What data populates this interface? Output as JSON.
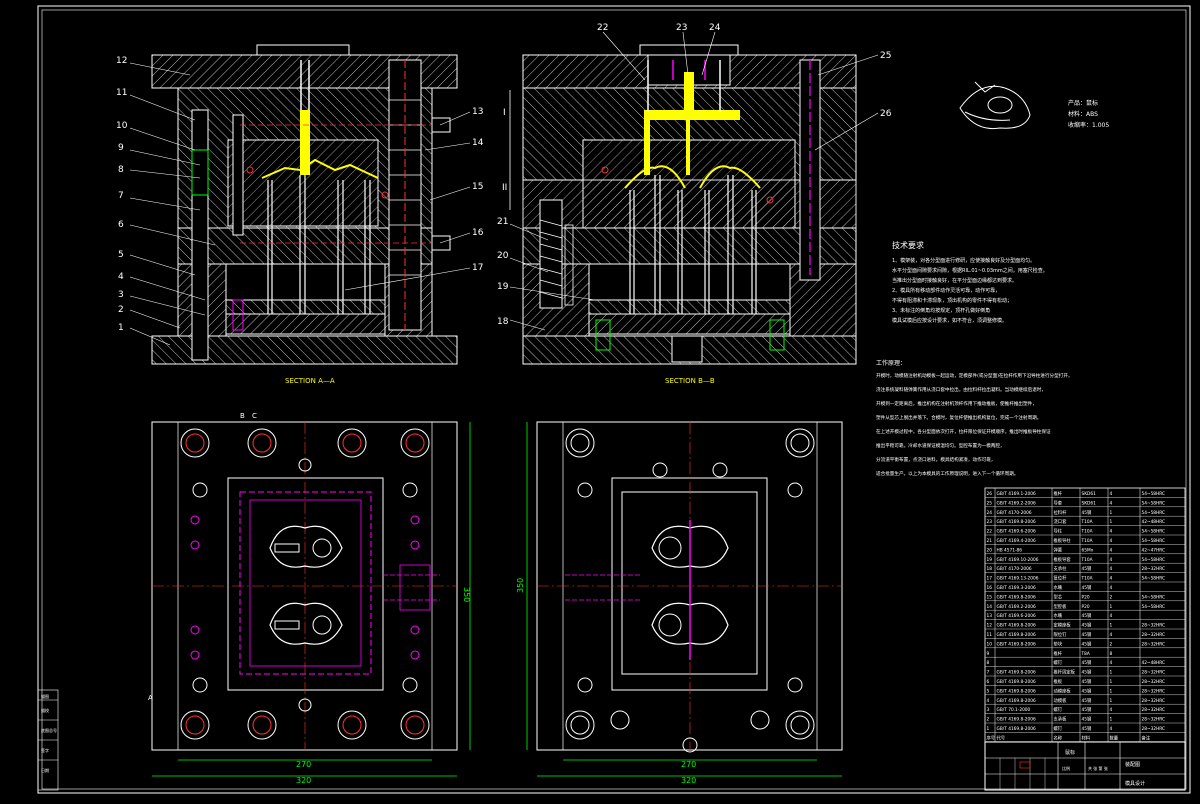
{
  "drawing": {
    "part_numbers_left": [
      "12",
      "11",
      "10",
      "9",
      "8",
      "7",
      "6",
      "5",
      "4",
      "3",
      "2",
      "1"
    ],
    "part_numbers_right_a": [
      "13",
      "14",
      "15",
      "16",
      "17"
    ],
    "part_numbers_center": [
      "22",
      "23",
      "24",
      "25",
      "26",
      "21",
      "20",
      "19",
      "18"
    ],
    "section_a_label": "SECTION A—A",
    "section_b_label": "SECTION B—B",
    "roman_one": "I",
    "roman_two": "II",
    "dim_270_left": "270",
    "dim_320_left": "320",
    "dim_350_left": "350",
    "dim_270_right": "270",
    "dim_320_right": "320",
    "dim_350_right": "350",
    "marker_A": "A",
    "marker_B": "B",
    "marker_C": "C"
  },
  "product_info": {
    "line1": "产品：鼠标",
    "line2": "材料：ABS",
    "line3": "收缩率：1.005"
  },
  "tech_requirements": {
    "title": "技术要求",
    "lines": [
      "1、模架装，对各分型面进行修研，应使接触良好及分型面均匀。",
      "水平分型面间隙要求间隙，根据RIL.01~0.03mm之间，用塞尺检查。",
      "当推出分型面时接触良好，在平分型面边缘都达到要求。",
      "2、模具所有移动部件动作灵活可靠，动作可靠，",
      "不得有阻滞和卡滞现象，顶出机构的零件不得有松动；",
      "3、未标注的倒角均按规定，顶杆孔做好倒角",
      "模具试模后应按设计要求，如不符合，须调整修模。"
    ]
  },
  "work_principle": {
    "title": "工作原理：",
    "lines": [
      "开模时，动模随注射机动模板一起运动，定模部件(或分型面)在拉杆作用下沿导柱进行分型打开，",
      "浇注系统凝料随弹簧作用从浇口套中拉出，由拉料杆拉出凝料。当动模继续后退时，",
      "开模到一定距离后，推出机构在注射机顶杆作用下推动推板，使推杆推出塑件，",
      "塑件从型芯上脱出并落下。合模时，复位杆使推出机构复位，完成一个注射周期。",
      "在上述开模过程中，各分型面依次打开，拉杆限位保证开模顺序。推出时推板导柱保证",
      "推出平稳可靠。冷却水道保证模温均匀。型腔布置为一模两腔，",
      "分流道平衡布置，点浇口进料。模具结构紧凑，动作可靠，",
      "适合批量生产。以上为本模具的工作原理说明，进入下一个循环周期。"
    ]
  },
  "bom_rows": [
    [
      "26",
      "GB/T 4169.1-2006",
      "推杆",
      "SKD61",
      "4",
      "54~58HRC"
    ],
    [
      "25",
      "GB/T 4169.2-2006",
      "导套",
      "SKD61",
      "4",
      "54~58HRC"
    ],
    [
      "24",
      "GB/T 4170-2006",
      "拉料杆",
      "45钢",
      "1",
      "54~58HRC"
    ],
    [
      "23",
      "GB/T 4169.8-2006",
      "浇口套",
      "T10A",
      "1",
      "42~48HRC"
    ],
    [
      "22",
      "GB/T 4169.6-2006",
      "导柱",
      "T10A",
      "4",
      "54~58HRC"
    ],
    [
      "21",
      "GB/T 4169.4-2006",
      "推板导柱",
      "T10A",
      "4",
      "54~58HRC"
    ],
    [
      "20",
      "HB 4571-86",
      "弹簧",
      "65Mn",
      "4",
      "42~47HRC"
    ],
    [
      "19",
      "GB/T 4169.10-2006",
      "推板导套",
      "T10A",
      "4",
      "54~58HRC"
    ],
    [
      "18",
      "GB/T 4170-2006",
      "支承柱",
      "45钢",
      "4",
      "28~32HRC"
    ],
    [
      "17",
      "GB/T 4169.13-2006",
      "复位杆",
      "T10A",
      "4",
      "54~58HRC"
    ],
    [
      "16",
      "GB/T 4169.3-2006",
      "水嘴",
      "45钢",
      "4",
      ""
    ],
    [
      "15",
      "GB/T 4169.8-2006",
      "型芯",
      "P20",
      "2",
      "54~58HRC"
    ],
    [
      "14",
      "GB/T 4169.2-2006",
      "型腔板",
      "P20",
      "1",
      "54~58HRC"
    ],
    [
      "13",
      "GB/T 4169.6-2006",
      "水嘴",
      "45钢",
      "4",
      ""
    ],
    [
      "12",
      "GB/T 4169.8-2006",
      "定模座板",
      "45钢",
      "1",
      "28~32HRC"
    ],
    [
      "11",
      "GB/T 4169.8-2006",
      "限位钉",
      "45钢",
      "4",
      "28~32HRC"
    ],
    [
      "10",
      "GB/T 4169.8-2006",
      "垫块",
      "45钢",
      "2",
      "28~32HRC"
    ],
    [
      "9",
      "",
      "推杆",
      "T8A",
      "8",
      ""
    ],
    [
      "8",
      "",
      "螺钉",
      "45钢",
      "4",
      "42~48HRC"
    ],
    [
      "7",
      "GB/T 4169.8-2006",
      "推杆固定板",
      "45钢",
      "1",
      "28~32HRC"
    ],
    [
      "6",
      "GB/T 4169.8-2006",
      "推板",
      "45钢",
      "1",
      "28~32HRC"
    ],
    [
      "5",
      "GB/T 4169.8-2006",
      "动模座板",
      "45钢",
      "1",
      "28~32HRC"
    ],
    [
      "4",
      "GB/T 4169.8-2006",
      "动模板",
      "45钢",
      "1",
      "28~32HRC"
    ],
    [
      "3",
      "GB/T 70.1-2000",
      "螺钉",
      "45钢",
      "4",
      "28~32HRC"
    ],
    [
      "2",
      "GB/T 4169.8-2006",
      "支承板",
      "45钢",
      "1",
      "28~32HRC"
    ],
    [
      "1",
      "GB/T 4169.8-2006",
      "螺钉",
      "45钢",
      "4",
      "28~32HRC"
    ]
  ],
  "bom_header": [
    "序号",
    "代号",
    "名称",
    "材料",
    "数量",
    "备注"
  ],
  "title_block": {
    "drawing_name": "装配图",
    "product_name": "鼠标",
    "company": "模具设计",
    "scale_label": "比例",
    "sheet_label": "共 张 第 张"
  },
  "left_strip_labels": [
    "描图",
    "描校",
    "底图总号",
    "签字",
    "日期"
  ],
  "colors": {
    "background": "#000000",
    "line_white": "#ffffff",
    "magenta": "#ff00ff",
    "yellow": "#ffff00",
    "cyan": "#00ffff",
    "red": "#ff3030",
    "green": "#00ff00",
    "blue": "#4060ff"
  }
}
